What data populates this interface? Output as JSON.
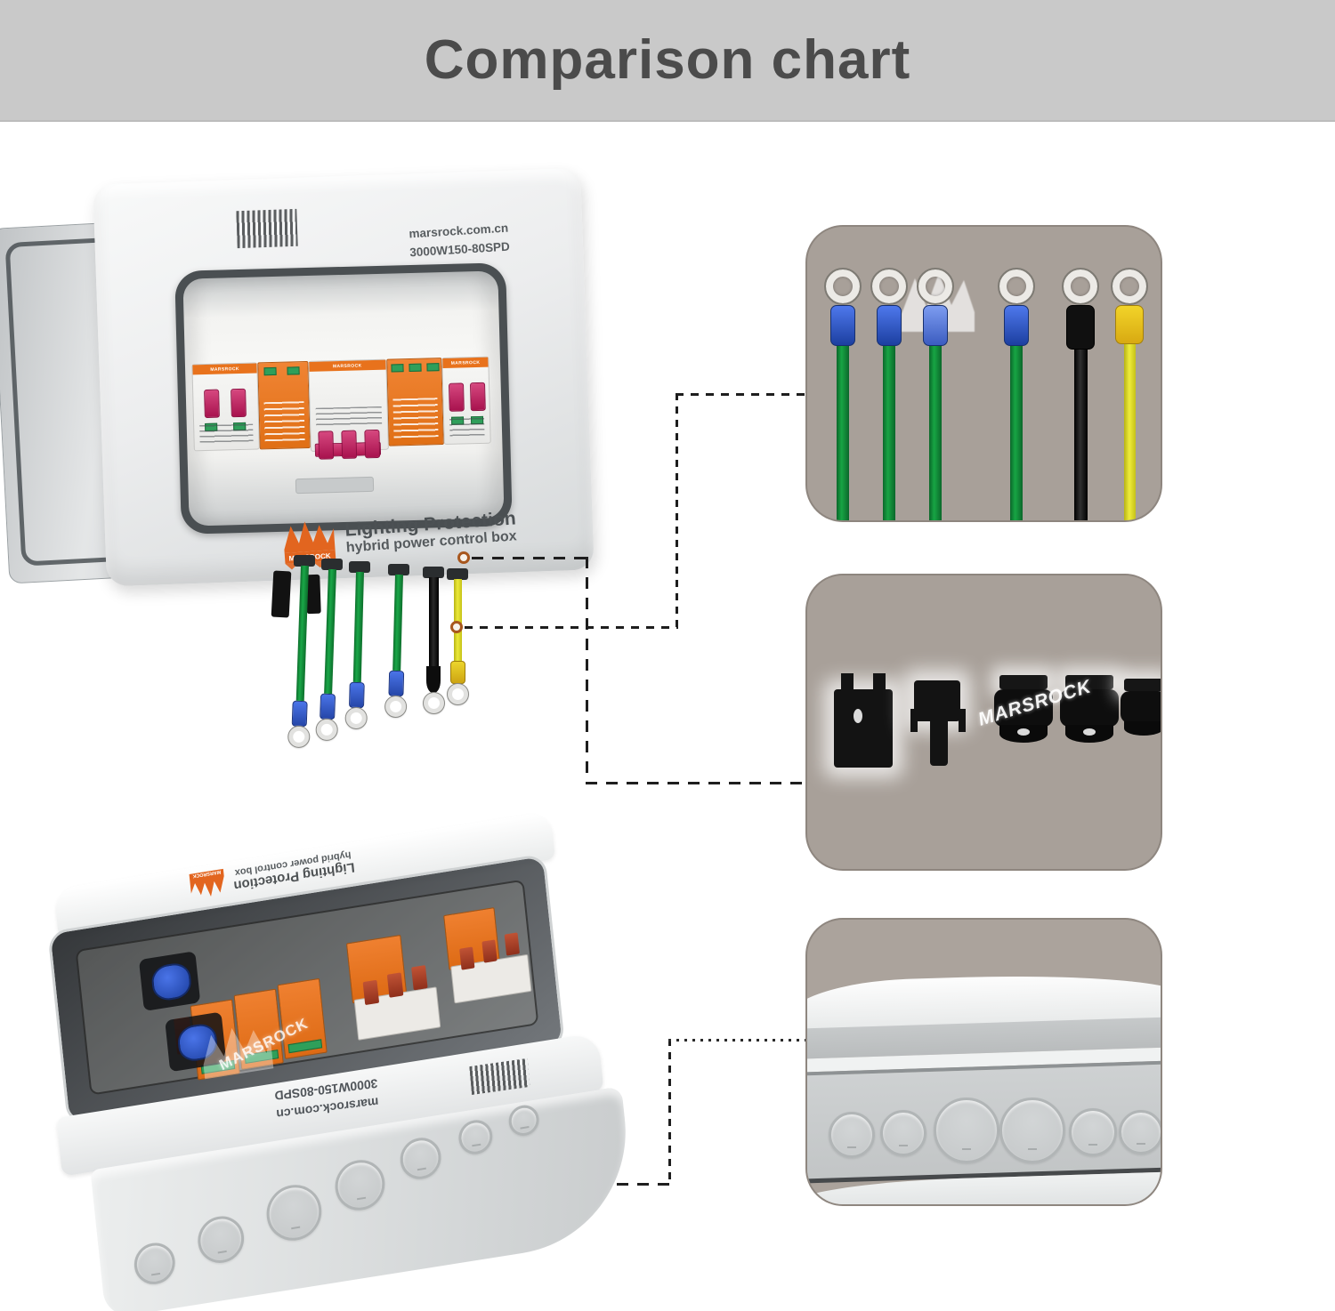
{
  "header": {
    "title": "Comparison chart"
  },
  "open_box": {
    "website": "marsrock.com.cn",
    "model": "3000W150-80SPD",
    "logo_text": "MARSROCK",
    "product_title": "Lighting Protection",
    "product_subtitle": "hybrid power control box",
    "breaker_brand": "MARSROCK",
    "components": [
      "2P circuit breaker",
      "2P surge protector",
      "3P circuit breaker",
      "3P surge protector",
      "2P circuit breaker"
    ],
    "bottom_outputs": [
      "mc4-connector",
      "mc4-connector",
      "green ground wire",
      "green ground wire",
      "green ground wire",
      "green ground wire",
      "black wire",
      "yellow wire"
    ]
  },
  "closed_box": {
    "website": "marsrock.com.cn",
    "model": "3000W150-80SPD",
    "logo_text": "MARSROCK",
    "product_title": "Lighting Protection",
    "product_subtitle": "hybrid power control box",
    "watermark": "MARSROCK"
  },
  "insets": {
    "wires": {
      "watermark": "MARSROCK",
      "items": [
        {
          "wire_color": "green",
          "terminal": "blue crimp + ring terminal"
        },
        {
          "wire_color": "green",
          "terminal": "blue crimp + ring terminal"
        },
        {
          "wire_color": "green",
          "terminal": "blue crimp + ring terminal, watermarked"
        },
        {
          "wire_color": "green",
          "terminal": "blue crimp + ring terminal"
        },
        {
          "wire_color": "black",
          "terminal": "black sleeve + ring terminal"
        },
        {
          "wire_color": "yellow",
          "terminal": "yellow crimp + ring terminal"
        }
      ]
    },
    "connectors": {
      "watermark": "MARSROCK",
      "items": [
        "mc4-female",
        "mc4-male",
        "cable-gland",
        "cable-gland",
        "cable-gland"
      ]
    },
    "enclosure_closeup": {
      "knockout_count": 6
    }
  },
  "colors": {
    "header_bg": "#c9c9c9",
    "title_text": "#4b4b4b",
    "inset_bg": "#a8a099",
    "accent_orange": "#e8721c",
    "toggle_magenta": "#c21f5e",
    "wire_green": "#17a544",
    "wire_yellow": "#e9e636",
    "wire_black": "#1a1a1a",
    "terminal_blue": "#2e54c0",
    "connector_black": "#131313",
    "box_body": "#e9ebeb"
  }
}
